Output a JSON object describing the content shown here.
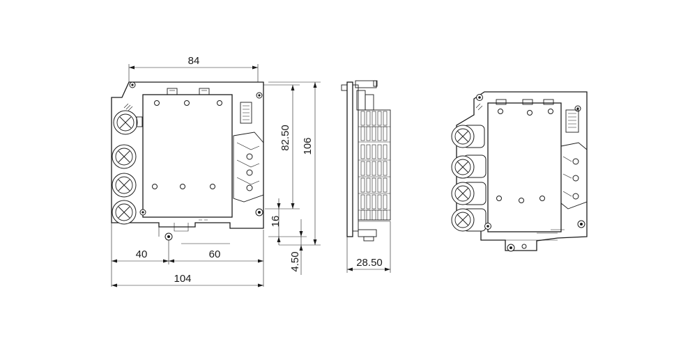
{
  "dimensions": {
    "width_top": "84",
    "height_inner": "82.50",
    "height_total": "106",
    "offset_16": "16",
    "offset_4_50": "4.50",
    "left_40": "40",
    "right_60": "60",
    "width_total": "104",
    "depth": "28.50"
  },
  "views": [
    "front-view",
    "side-view",
    "isometric-view"
  ],
  "colors": {
    "line": "#1a1a1a",
    "background": "#ffffff"
  }
}
